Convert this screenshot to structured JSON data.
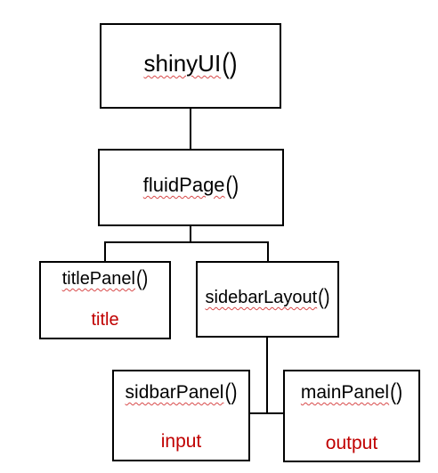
{
  "diagram": {
    "nodes": {
      "shinyui": {
        "name": "shinyUI",
        "paren": "()"
      },
      "fluidpage": {
        "name": "fluidPage",
        "paren": "()"
      },
      "titlepanel": {
        "name": "titlePanel",
        "paren": "()",
        "sub": "title"
      },
      "sidebarlayout": {
        "name": "sidebarLayout",
        "paren": "()"
      },
      "sidebarpanel": {
        "name": "sidbarPanel",
        "paren": "()",
        "sub": "input"
      },
      "mainpanel": {
        "name": "mainPanel",
        "paren": "()",
        "sub": "output"
      }
    },
    "edges": [
      [
        "shinyUI",
        "fluidPage"
      ],
      [
        "fluidPage",
        "titlePanel"
      ],
      [
        "fluidPage",
        "sidebarLayout"
      ],
      [
        "sidebarLayout",
        "sidbarPanel"
      ],
      [
        "sidebarLayout",
        "mainPanel"
      ]
    ],
    "colors": {
      "border": "#000000",
      "subtitle": "#c00000",
      "spellcheck_underline": "#d84a4a"
    }
  }
}
